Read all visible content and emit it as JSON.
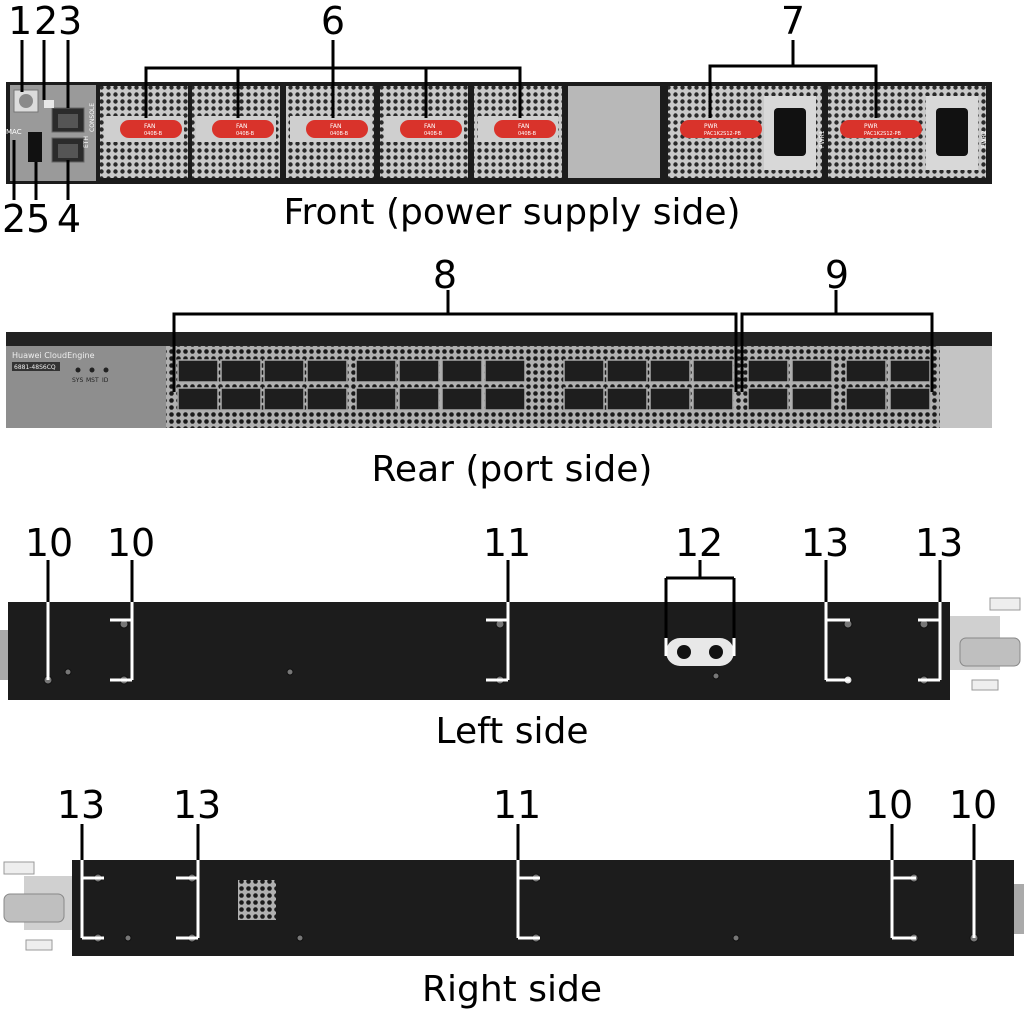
{
  "front": {
    "caption": "Front (power supply side)",
    "callouts": {
      "c1": "1",
      "c2": "2",
      "c3": "3",
      "c4": "4",
      "c5": "5",
      "c25": "25",
      "c6": "6",
      "c7": "7"
    },
    "fan_label_line1": "FAN",
    "fan_label_line2": "040B-B",
    "pwr_label_line1": "PWR",
    "pwr_label_line2": "PAC1K2S12-PB",
    "mac_label": "MAC",
    "eth_label": "ETH",
    "console_label": "CONSOLE",
    "pwr1_label": "PWR1",
    "pwr2_label": "PWR2",
    "fan_count": 5
  },
  "rear": {
    "caption": "Rear (port side)",
    "callouts": {
      "c8": "8",
      "c9": "9"
    },
    "brand": "Huawei CloudEngine",
    "model": "6881-48S6CQ",
    "leds": [
      "SYS",
      "MST",
      "ID"
    ]
  },
  "left": {
    "caption": "Left side",
    "callouts": {
      "a": "10",
      "b": "10",
      "c": "11",
      "d": "12",
      "e": "13",
      "f": "13"
    }
  },
  "right": {
    "caption": "Right side",
    "callouts": {
      "a": "13",
      "b": "13",
      "c": "11",
      "d": "10",
      "e": "10"
    }
  },
  "colors": {
    "chassis": "#1c1c1c",
    "fan_handle": "#d9332b",
    "panel": "#b9b9b9",
    "bracket": "#c9c9c9"
  }
}
